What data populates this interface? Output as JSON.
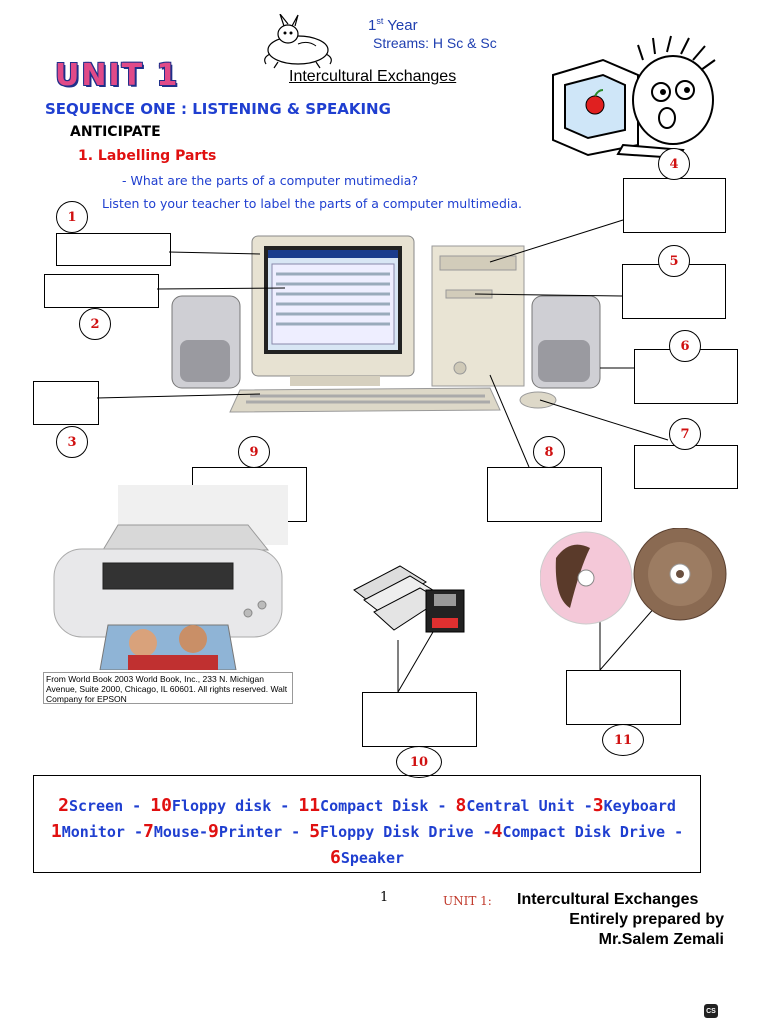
{
  "header": {
    "year_num": "1",
    "year_sup": "st",
    "year_word": "Year",
    "streams": "Streams: H Sc & Sc",
    "unit_logo": "UNIT 1",
    "title": "Intercultural Exchanges"
  },
  "sequence": "SEQUENCE ONE : LISTENING & SPEAKING",
  "anticipate": "ANTICIPATE",
  "task": {
    "heading": "1. Labelling Parts",
    "question": "- What are the parts of a computer mutimedia?",
    "instruction": "Listen to your teacher to label the parts of a computer multimedia."
  },
  "numbers": [
    "1",
    "2",
    "3",
    "4",
    "5",
    "6",
    "7",
    "8",
    "9",
    "10",
    "11"
  ],
  "copyright": "From World Book 2003 World Book, Inc., 233 N. Michigan Avenue, Suite 2000, Chicago, IL 60601. All rights reserved. Walt Company for EPSON",
  "answers": {
    "line1": [
      {
        "n": "2",
        "t": "Screen - "
      },
      {
        "n": "10",
        "t": "Floppy disk - "
      },
      {
        "n": "11",
        "t": "Compact Disk - "
      },
      {
        "n": "8",
        "t": "Central Unit -"
      },
      {
        "n": "3",
        "t": "Keyboard"
      }
    ],
    "line2": [
      {
        "n": "1",
        "t": "Monitor -"
      },
      {
        "n": "7",
        "t": "Mouse-"
      },
      {
        "n": "9",
        "t": "Printer - "
      },
      {
        "n": "5",
        "t": "Floppy Disk Drive -"
      },
      {
        "n": "4",
        "t": "Compact Disk Drive -"
      }
    ],
    "line3": [
      {
        "n": "6",
        "t": "Speaker"
      }
    ]
  },
  "footer": {
    "page": "1",
    "unit": "UNIT 1:",
    "line1": "Intercultural Exchanges",
    "line2": "Entirely prepared by",
    "line3": "Mr.Salem Zemali"
  },
  "badge": "CS"
}
